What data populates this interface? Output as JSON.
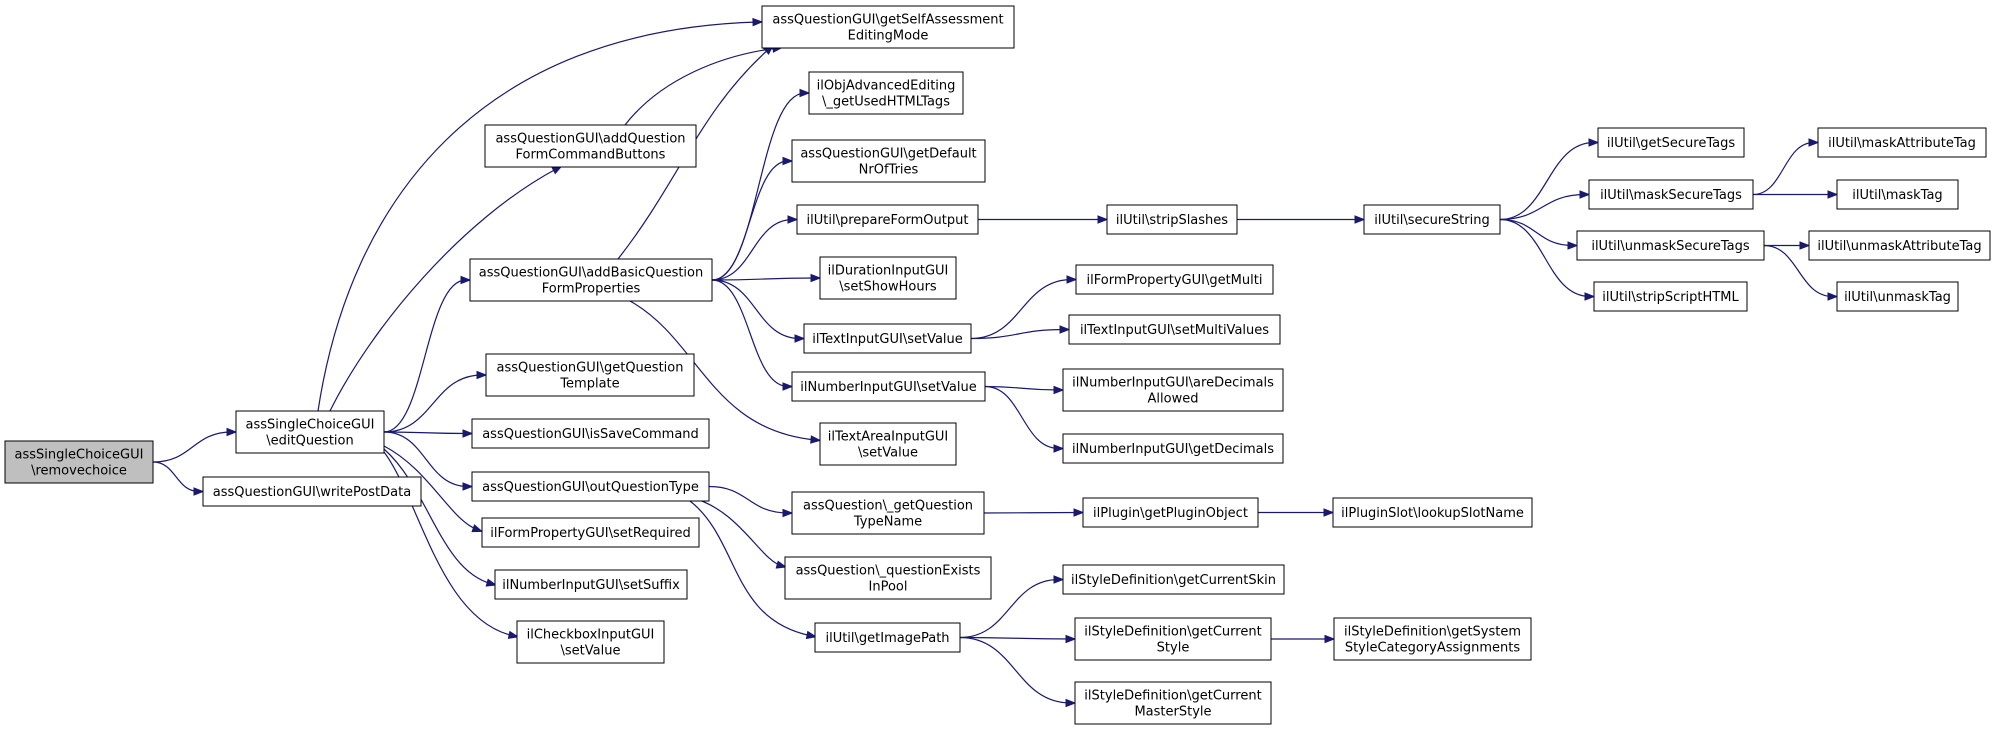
{
  "colors": {
    "edge": "#191970",
    "node_border": "#000000",
    "root_fill": "#bfbfbf",
    "node_fill": "#ffffff"
  },
  "nodes": [
    {
      "id": "n0",
      "lines": [
        "assSingleChoiceGUI",
        "\\removechoice"
      ],
      "root": true
    },
    {
      "id": "n1",
      "lines": [
        "assSingleChoiceGUI",
        "\\editQuestion"
      ]
    },
    {
      "id": "n2",
      "lines": [
        "assQuestionGUI\\writePostData"
      ]
    },
    {
      "id": "n3",
      "lines": [
        "assQuestionGUI\\getSelfAssessment",
        "EditingMode"
      ]
    },
    {
      "id": "n4",
      "lines": [
        "assQuestionGUI\\addQuestion",
        "FormCommandButtons"
      ]
    },
    {
      "id": "n5",
      "lines": [
        "assQuestionGUI\\addBasicQuestion",
        "FormProperties"
      ]
    },
    {
      "id": "n6",
      "lines": [
        "assQuestionGUI\\getQuestion",
        "Template"
      ]
    },
    {
      "id": "n7",
      "lines": [
        "assQuestionGUI\\isSaveCommand"
      ]
    },
    {
      "id": "n8",
      "lines": [
        "assQuestionGUI\\outQuestionType"
      ]
    },
    {
      "id": "n9",
      "lines": [
        "ilFormPropertyGUI\\setRequired"
      ]
    },
    {
      "id": "n10",
      "lines": [
        "ilNumberInputGUI\\setSuffix"
      ]
    },
    {
      "id": "n11",
      "lines": [
        "ilCheckboxInputGUI",
        "\\setValue"
      ]
    },
    {
      "id": "n12",
      "lines": [
        "ilObjAdvancedEditing",
        "\\_getUsedHTMLTags"
      ]
    },
    {
      "id": "n13",
      "lines": [
        "assQuestionGUI\\getDefault",
        "NrOfTries"
      ]
    },
    {
      "id": "n14",
      "lines": [
        "ilUtil\\prepareFormOutput"
      ]
    },
    {
      "id": "n15",
      "lines": [
        "ilDurationInputGUI",
        "\\setShowHours"
      ]
    },
    {
      "id": "n16",
      "lines": [
        "ilTextInputGUI\\setValue"
      ]
    },
    {
      "id": "n17",
      "lines": [
        "ilNumberInputGUI\\setValue"
      ]
    },
    {
      "id": "n18",
      "lines": [
        "ilTextAreaInputGUI",
        "\\setValue"
      ]
    },
    {
      "id": "n19",
      "lines": [
        "assQuestion\\_getQuestion",
        "TypeName"
      ]
    },
    {
      "id": "n20",
      "lines": [
        "assQuestion\\_questionExists",
        "InPool"
      ]
    },
    {
      "id": "n21",
      "lines": [
        "ilUtil\\getImagePath"
      ]
    },
    {
      "id": "n22",
      "lines": [
        "ilUtil\\stripSlashes"
      ]
    },
    {
      "id": "n23",
      "lines": [
        "ilFormPropertyGUI\\getMulti"
      ]
    },
    {
      "id": "n24",
      "lines": [
        "ilTextInputGUI\\setMultiValues"
      ]
    },
    {
      "id": "n25",
      "lines": [
        "ilNumberInputGUI\\areDecimals",
        "Allowed"
      ]
    },
    {
      "id": "n26",
      "lines": [
        "ilNumberInputGUI\\getDecimals"
      ]
    },
    {
      "id": "n27",
      "lines": [
        "ilPlugin\\getPluginObject"
      ]
    },
    {
      "id": "n28",
      "lines": [
        "ilStyleDefinition\\getCurrentSkin"
      ]
    },
    {
      "id": "n29",
      "lines": [
        "ilStyleDefinition\\getCurrent",
        "Style"
      ]
    },
    {
      "id": "n30",
      "lines": [
        "ilStyleDefinition\\getCurrent",
        "MasterStyle"
      ]
    },
    {
      "id": "n31",
      "lines": [
        "ilUtil\\secureString"
      ]
    },
    {
      "id": "n32",
      "lines": [
        "ilPluginSlot\\lookupSlotName"
      ]
    },
    {
      "id": "n33",
      "lines": [
        "ilStyleDefinition\\getSystem",
        "StyleCategoryAssignments"
      ]
    },
    {
      "id": "n34",
      "lines": [
        "ilUtil\\getSecureTags"
      ]
    },
    {
      "id": "n35",
      "lines": [
        "ilUtil\\maskSecureTags"
      ]
    },
    {
      "id": "n36",
      "lines": [
        "ilUtil\\unmaskSecureTags"
      ]
    },
    {
      "id": "n37",
      "lines": [
        "ilUtil\\stripScriptHTML"
      ]
    },
    {
      "id": "n38",
      "lines": [
        "ilUtil\\maskAttributeTag"
      ]
    },
    {
      "id": "n39",
      "lines": [
        "ilUtil\\maskTag"
      ]
    },
    {
      "id": "n40",
      "lines": [
        "ilUtil\\unmaskAttributeTag"
      ]
    },
    {
      "id": "n41",
      "lines": [
        "ilUtil\\unmaskTag"
      ]
    }
  ],
  "edges": [
    [
      "n0",
      "n1"
    ],
    [
      "n0",
      "n2"
    ],
    [
      "n1",
      "n3"
    ],
    [
      "n1",
      "n4"
    ],
    [
      "n1",
      "n5"
    ],
    [
      "n1",
      "n6"
    ],
    [
      "n1",
      "n7"
    ],
    [
      "n1",
      "n8"
    ],
    [
      "n1",
      "n9"
    ],
    [
      "n1",
      "n10"
    ],
    [
      "n1",
      "n11"
    ],
    [
      "n4",
      "n3"
    ],
    [
      "n5",
      "n3"
    ],
    [
      "n5",
      "n12"
    ],
    [
      "n5",
      "n13"
    ],
    [
      "n5",
      "n14"
    ],
    [
      "n5",
      "n15"
    ],
    [
      "n5",
      "n16"
    ],
    [
      "n5",
      "n17"
    ],
    [
      "n5",
      "n18"
    ],
    [
      "n8",
      "n19"
    ],
    [
      "n8",
      "n20"
    ],
    [
      "n8",
      "n21"
    ],
    [
      "n14",
      "n22"
    ],
    [
      "n16",
      "n23"
    ],
    [
      "n16",
      "n24"
    ],
    [
      "n17",
      "n25"
    ],
    [
      "n17",
      "n26"
    ],
    [
      "n19",
      "n27"
    ],
    [
      "n21",
      "n28"
    ],
    [
      "n21",
      "n29"
    ],
    [
      "n21",
      "n30"
    ],
    [
      "n22",
      "n31"
    ],
    [
      "n27",
      "n32"
    ],
    [
      "n29",
      "n33"
    ],
    [
      "n31",
      "n34"
    ],
    [
      "n31",
      "n35"
    ],
    [
      "n31",
      "n36"
    ],
    [
      "n31",
      "n37"
    ],
    [
      "n35",
      "n38"
    ],
    [
      "n35",
      "n39"
    ],
    [
      "n36",
      "n40"
    ],
    [
      "n36",
      "n41"
    ]
  ]
}
